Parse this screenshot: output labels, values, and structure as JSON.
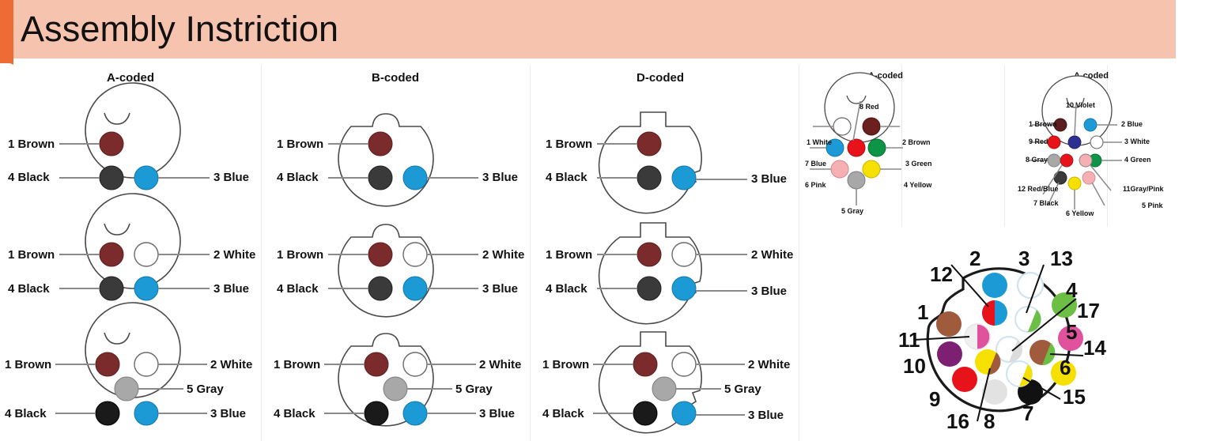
{
  "header": {
    "title": "Assembly Instriction",
    "bar_color": "#f6c3af",
    "accent_color": "#ef6b36"
  },
  "columns": [
    {
      "label": "A-coded"
    },
    {
      "label": "B-coded"
    },
    {
      "label": "D-coded"
    }
  ],
  "right_headers": [
    {
      "label": "A-coded"
    },
    {
      "label": "A-coded"
    }
  ],
  "colors": {
    "brown": "#7b2b2b",
    "black": "#3a3a3a",
    "black_solid": "#1a1a1a",
    "blue": "#1c9ad6",
    "white": "#ffffff",
    "gray": "#a8a8a8",
    "red": "#e8121a",
    "green": "#0d9447",
    "yellow": "#f5e000",
    "pink": "#f6b0b4",
    "violet": "#2b2b8f",
    "dark_blue": "#2f3192",
    "light_gray": "#e2e2e2",
    "purple": "#7d1f72",
    "magenta": "#e0529c",
    "light_green": "#6cbe45",
    "med_brown": "#a05a3c",
    "outline": "#4a4a4a",
    "leader": "#8a8a8a"
  },
  "connectors": {
    "c4_top": {
      "pins": [
        {
          "no": "1",
          "name": "Brown",
          "label": "1 Brown",
          "color": "brown",
          "side": "left"
        },
        {
          "no": "4",
          "name": "Black",
          "label": "4 Black",
          "color": "black",
          "side": "left"
        },
        {
          "no": "3",
          "name": "Blue",
          "label": "3 Blue",
          "color": "blue",
          "side": "right"
        }
      ]
    },
    "c4_mid": {
      "pins": [
        {
          "no": "1",
          "name": "Brown",
          "label": "1 Brown",
          "color": "brown",
          "side": "left"
        },
        {
          "no": "4",
          "name": "Black",
          "label": "4 Black",
          "color": "black",
          "side": "left"
        },
        {
          "no": "2",
          "name": "White",
          "label": "2 White",
          "color": "white",
          "side": "right"
        },
        {
          "no": "3",
          "name": "Blue",
          "label": "3 Blue",
          "color": "blue",
          "side": "right"
        }
      ]
    },
    "c5_bot": {
      "pins": [
        {
          "no": "1",
          "name": "Brown",
          "label": "1 Brown",
          "color": "brown",
          "side": "left"
        },
        {
          "no": "4",
          "name": "Black",
          "label": "4 Black",
          "color": "black_solid",
          "side": "left"
        },
        {
          "no": "2",
          "name": "White",
          "label": "2 White",
          "color": "white",
          "side": "right"
        },
        {
          "no": "5",
          "name": "Gray",
          "label": "5 Gray",
          "color": "gray",
          "side": "right"
        },
        {
          "no": "3",
          "name": "Blue",
          "label": "3 Blue",
          "color": "blue",
          "side": "right"
        }
      ]
    },
    "c8": {
      "title": "A-coded",
      "pins": [
        {
          "no": "1",
          "name": "White",
          "label": "1 White",
          "color": "white"
        },
        {
          "no": "2",
          "name": "Brown",
          "label": "2 Brown",
          "color": "brown"
        },
        {
          "no": "3",
          "name": "Green",
          "label": "3 Green",
          "color": "green"
        },
        {
          "no": "4",
          "name": "Yellow",
          "label": "4 Yellow",
          "color": "yellow"
        },
        {
          "no": "5",
          "name": "Gray",
          "label": "5 Gray",
          "color": "gray"
        },
        {
          "no": "6",
          "name": "Pink",
          "label": "6 Pink",
          "color": "pink"
        },
        {
          "no": "7",
          "name": "Blue",
          "label": "7 Blue",
          "color": "blue"
        },
        {
          "no": "8",
          "name": "Red",
          "label": "8 Red",
          "color": "red"
        }
      ]
    },
    "c12": {
      "title": "A-coded",
      "pins": [
        {
          "no": "1",
          "name": "Brown",
          "label": "1 Brown",
          "color": "brown"
        },
        {
          "no": "2",
          "name": "Blue",
          "label": "2 Blue",
          "color": "blue"
        },
        {
          "no": "3",
          "name": "White",
          "label": "3 White",
          "color": "white"
        },
        {
          "no": "4",
          "name": "Green",
          "label": "4 Green",
          "color": "green"
        },
        {
          "no": "5",
          "name": "Pink",
          "label": "5 Pink",
          "color": "pink"
        },
        {
          "no": "6",
          "name": "Yellow",
          "label": "6 Yellow",
          "color": "yellow"
        },
        {
          "no": "7",
          "name": "Black",
          "label": "7 Black",
          "color": "black"
        },
        {
          "no": "8",
          "name": "Gray",
          "label": "8 Gray",
          "color": "gray"
        },
        {
          "no": "9",
          "name": "Red",
          "label": "9 Red",
          "color": "red"
        },
        {
          "no": "10",
          "name": "Violet",
          "label": "10 Violet",
          "color": "violet"
        },
        {
          "no": "11",
          "name": "Gray/Pink",
          "label": "11Gray/Pink",
          "color": "gray",
          "color2": "pink"
        },
        {
          "no": "12",
          "name": "Red/Blue",
          "label": "12 Red/Blue",
          "color": "red",
          "color2": "blue"
        }
      ]
    },
    "c17": {
      "pins": [
        {
          "no": "1",
          "label": "1",
          "color": "med_brown"
        },
        {
          "no": "2",
          "label": "2",
          "color": "blue"
        },
        {
          "no": "3",
          "label": "3",
          "color": "white"
        },
        {
          "no": "4",
          "label": "4",
          "color": "light_green"
        },
        {
          "no": "5",
          "label": "5",
          "color": "magenta"
        },
        {
          "no": "6",
          "label": "6",
          "color": "yellow"
        },
        {
          "no": "7",
          "label": "7",
          "color": "black_solid"
        },
        {
          "no": "8",
          "label": "8",
          "color": "light_gray"
        },
        {
          "no": "9",
          "label": "9",
          "color": "red"
        },
        {
          "no": "10",
          "label": "10",
          "color": "purple"
        },
        {
          "no": "11",
          "label": "11",
          "color": "white",
          "color2": "magenta"
        },
        {
          "no": "12",
          "label": "12",
          "color": "red",
          "color2": "blue"
        },
        {
          "no": "13",
          "label": "13",
          "color": "white",
          "color2": "light_green"
        },
        {
          "no": "14",
          "label": "14",
          "color": "med_brown",
          "color2": "light_green"
        },
        {
          "no": "15",
          "label": "15",
          "color": "white",
          "color2": "yellow"
        },
        {
          "no": "16",
          "label": "16",
          "color": "yellow",
          "color2": "med_brown"
        },
        {
          "no": "17",
          "label": "17",
          "color": "white",
          "color2": "light_gray"
        }
      ]
    }
  }
}
